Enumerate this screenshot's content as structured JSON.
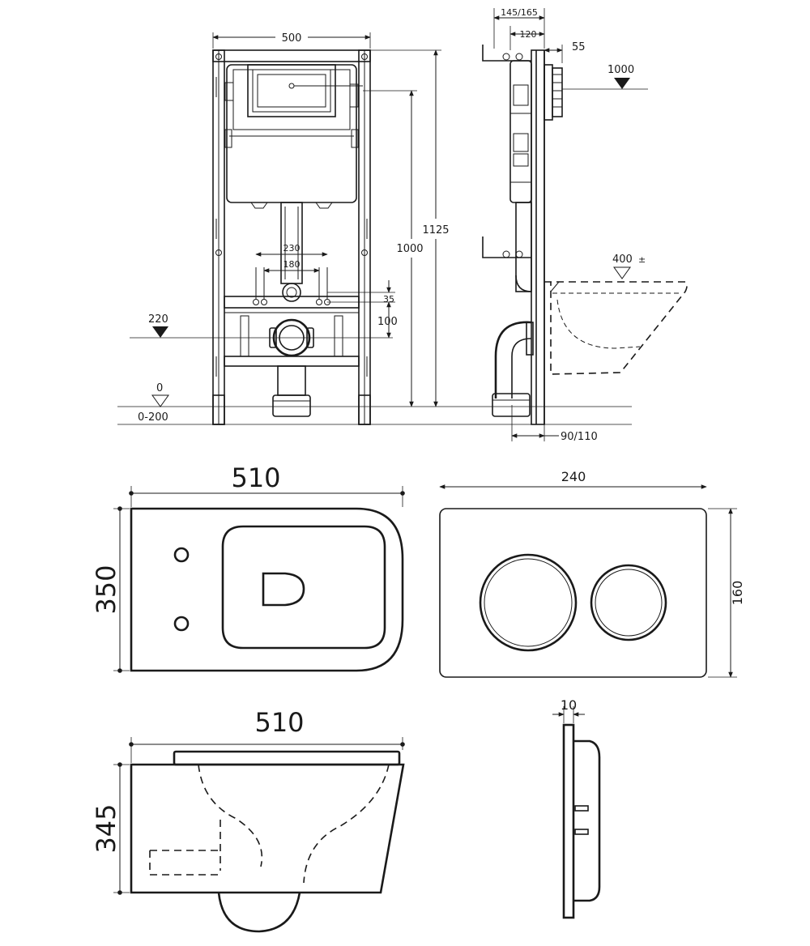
{
  "frame_front": {
    "width": "500",
    "height_total": "1125",
    "height_pipe": "1000",
    "span_outer": "230",
    "span_inner": "180",
    "offset_35": "35",
    "offset_100": "100",
    "level_220": "220",
    "level_0": "0",
    "level_range": "0-200"
  },
  "frame_side": {
    "depth_range": "145/165",
    "depth_120": "120",
    "depth_55": "55",
    "level_1000": "1000",
    "level_400": "400",
    "pipe_size": "90/110"
  },
  "bowl_top": {
    "length": "510",
    "width": "350"
  },
  "flush_plate": {
    "width": "240",
    "height": "160"
  },
  "bowl_side": {
    "length": "510",
    "height": "345"
  },
  "plate_side": {
    "thickness": "10"
  }
}
